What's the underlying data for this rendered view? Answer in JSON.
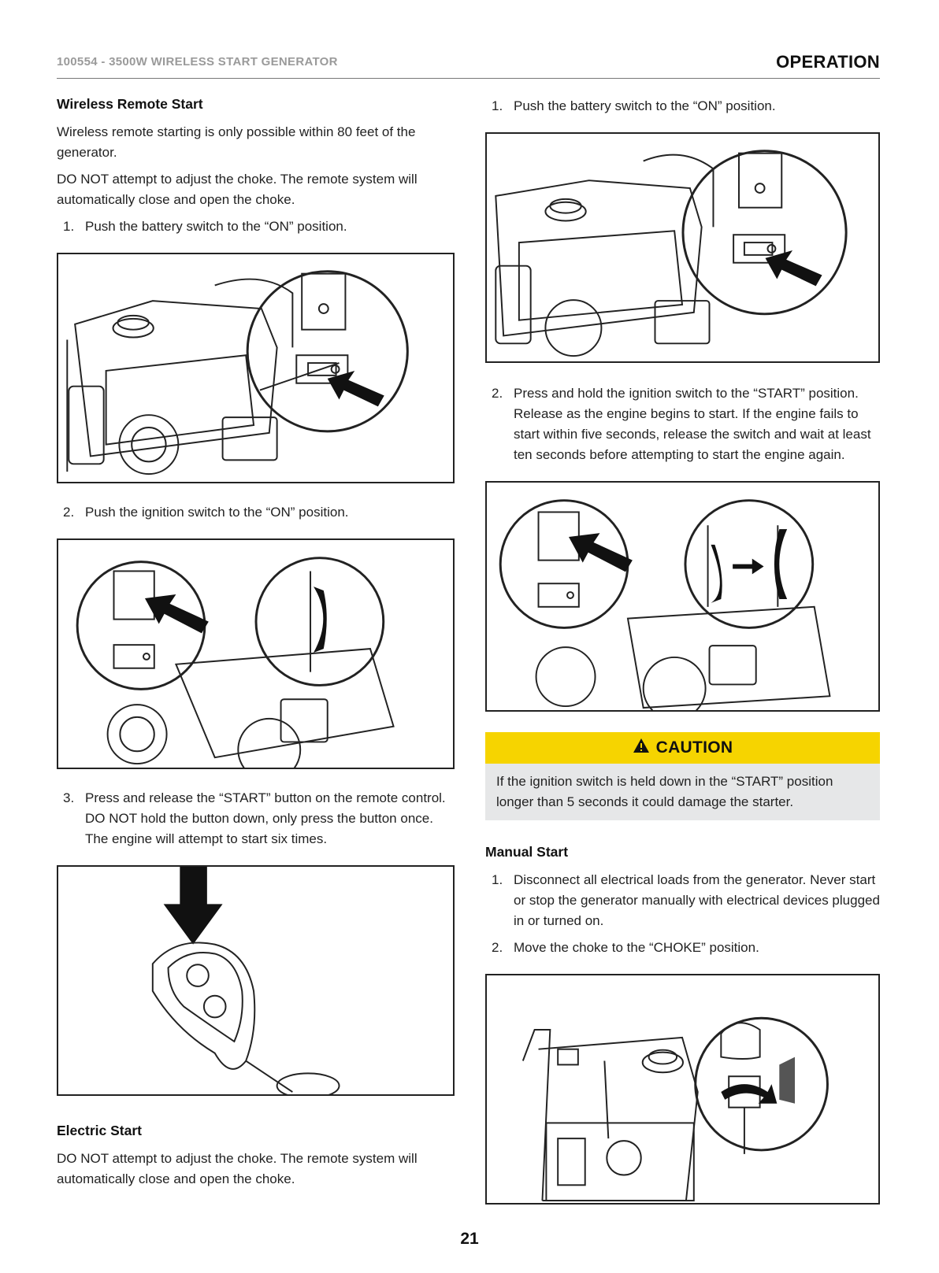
{
  "header": {
    "doc_title": "100554 - 3500W WIRELESS START GENERATOR",
    "section": "OPERATION"
  },
  "left": {
    "wireless_heading": "Wireless Remote Start",
    "wireless_p1": "Wireless remote starting is only possible within 80 feet of the generator.",
    "wireless_p2": "DO NOT attempt to adjust the choke. The remote system will automatically close and open the choke.",
    "steps": [
      {
        "num": "1.",
        "text": "Push the battery switch to the “ON” position."
      },
      {
        "num": "2.",
        "text": "Push the ignition switch to the “ON” position."
      },
      {
        "num": "3.",
        "text": "Press and release the “START” button on the remote control. DO NOT hold the button down, only press the button once. The engine will attempt to start six times."
      }
    ],
    "electric_heading": "Electric Start",
    "electric_p1": "DO NOT attempt to adjust the choke. The remote system will automatically close and open the choke."
  },
  "right": {
    "electric_steps": [
      {
        "num": "1.",
        "text": "Push the battery switch to the “ON” position."
      },
      {
        "num": "2.",
        "text": "Press and hold the ignition switch to the “START” position. Release as the engine begins to start. If the engine fails to start within five seconds, release the switch and wait at least ten seconds before attempting to start the engine again."
      }
    ],
    "caution_title": "CAUTION",
    "caution_text": "If the ignition switch is held down in the “START” position longer than 5 seconds it could damage the starter.",
    "manual_heading": "Manual Start",
    "manual_steps": [
      {
        "num": "1.",
        "text": "Disconnect all electrical loads from the generator. Never start or stop the generator manually with electrical devices plugged in or turned on."
      },
      {
        "num": "2.",
        "text": "Move the choke to the “CHOKE” position."
      }
    ]
  },
  "page_number": "21",
  "colors": {
    "caution_yellow": "#f6d400",
    "caution_grey": "#e6e7e8",
    "header_grey": "#9a9a9a"
  }
}
